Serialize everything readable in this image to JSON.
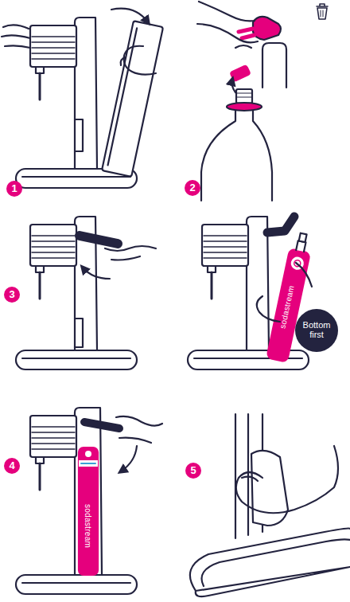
{
  "diagram": {
    "nodes": [
      {
        "text": [
          "1"
        ]
      },
      {
        "text": [
          "2"
        ]
      },
      {
        "text": [
          "3"
        ]
      },
      {
        "text": [
          "Bottom first"
        ]
      },
      {
        "text": [
          "4"
        ]
      },
      {
        "text": [
          "5"
        ]
      }
    ],
    "labels": [
      "sodastream",
      "sodastream"
    ]
  }
}
